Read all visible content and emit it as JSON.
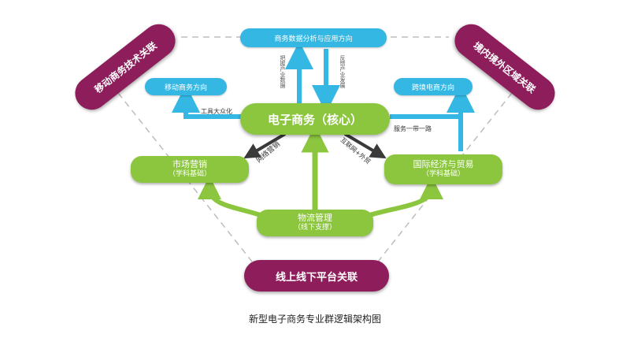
{
  "nodes": {
    "top_left": "移动商务技术关联",
    "top_right": "境内境外区域关联",
    "bottom": "线上线下平台关联",
    "data_analysis": "商务数据分析与应用方向",
    "mobile": "移动商务方向",
    "cross_border": "跨境电商方向",
    "core": "电子商务（核心）",
    "marketing_line1": "市场营销",
    "marketing_line2": "（学科基础）",
    "trade_line1": "国际经济与贸易",
    "trade_line2": "（学科基础）",
    "logistics_line1": "物流管理",
    "logistics_line2": "（线下支撑）"
  },
  "edge_labels": {
    "left_up": "把握产业数据",
    "right_down": "反馈产业发展",
    "tools": "工具大众化",
    "belt_road": "服务一带一路",
    "online_marketing": "网络营销",
    "internet_plus": "互联网+外贸"
  },
  "caption": "新型电子商务专业群逻辑架构图",
  "colors": {
    "cyan": "#35b7e3",
    "green": "#8cc63f",
    "plum": "#8d1d5b",
    "dashed": "#bdbdbd",
    "dark_arrow": "#3a3a3a"
  }
}
